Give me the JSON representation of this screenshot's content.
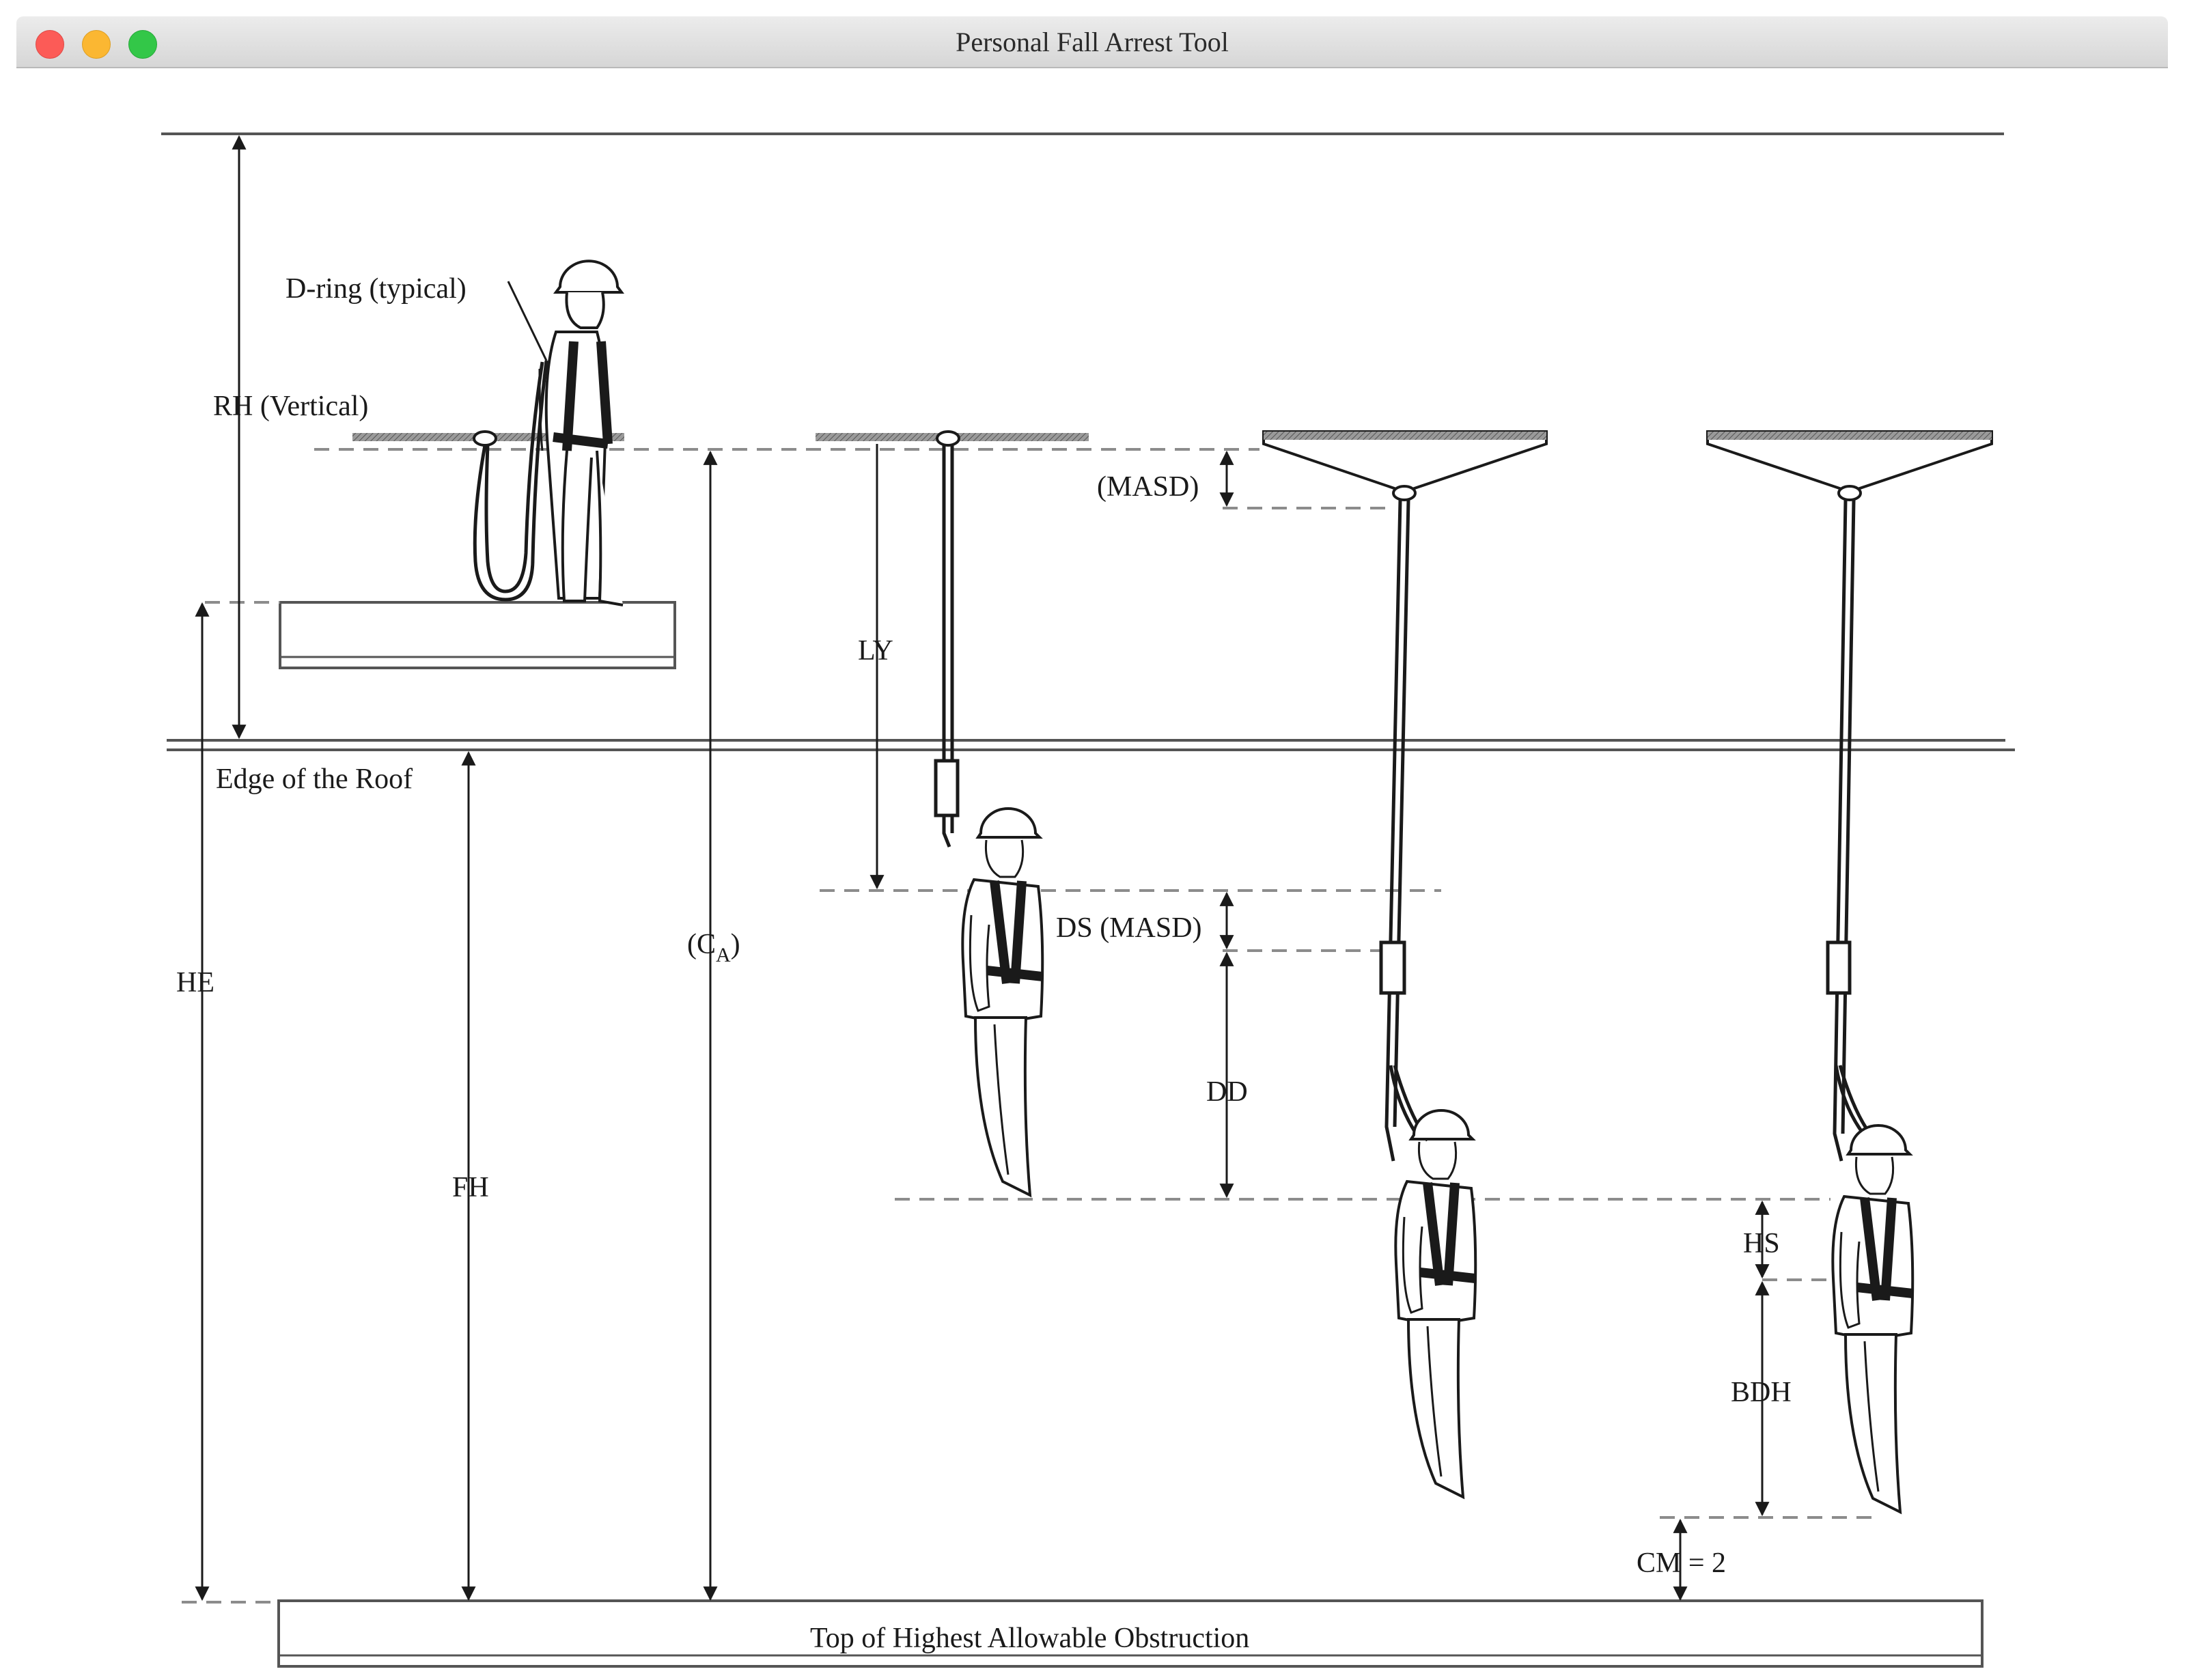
{
  "window": {
    "title": "Personal Fall Arrest Tool",
    "controls": [
      "close",
      "minimize",
      "zoom"
    ]
  },
  "labels": {
    "d_ring": "D-ring (typical)",
    "rh": "RH (Vertical)",
    "masd": "(MASD)",
    "ly": "LY",
    "edge_roof": "Edge of the Roof",
    "he": "HE",
    "ca_main": "(C",
    "ca_sub": "A",
    "ca_close": ")",
    "ds_masd": "DS (MASD)",
    "dd": "DD",
    "fh": "FH",
    "hs": "HS",
    "bdh": "BDH",
    "cm": "CM = 2",
    "obstruction": "Top of Highest Allowable Obstruction"
  },
  "colors": {
    "line": "#1a1a1a",
    "dash": "#8c8c8c",
    "titlebar": "#dcdcdc"
  },
  "icons": [
    "worker-figure-icon",
    "anchor-icon",
    "shock-absorber-icon",
    "helmet-icon"
  ]
}
